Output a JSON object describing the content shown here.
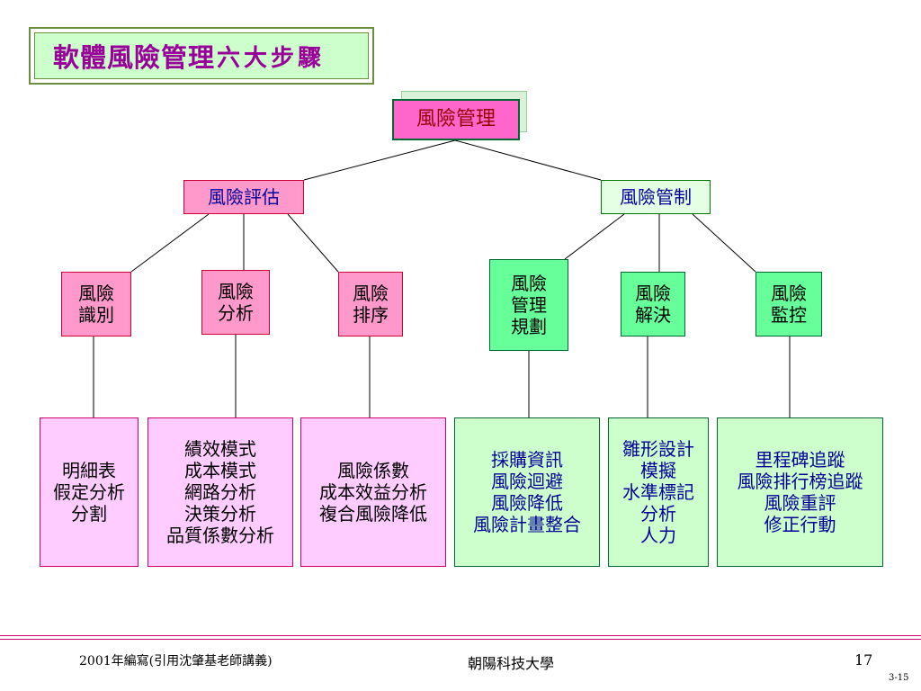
{
  "title": {
    "main": "軟體風險管理",
    "suffix": "六大步驟"
  },
  "tree": {
    "root": "風險管理",
    "assessment": {
      "label": "風險評估",
      "children": [
        "風險\n識別",
        "風險\n分析",
        "風險\n排序"
      ],
      "leaves": [
        "明細表\n假定分析\n分割",
        "績效模式\n成本模式\n網路分析\n決策分析\n品質係數分析",
        "風險係數\n成本效益分析\n複合風險降低"
      ]
    },
    "control": {
      "label": "風險管制",
      "children": [
        "風險\n管理\n規劃",
        "風險\n解決",
        "風險\n監控"
      ],
      "leaves": [
        "採購資訊\n風險迴避\n風險降低\n風險計畫整合",
        "雛形設計\n模擬\n水準標記\n分析\n人力",
        "里程碑追蹤\n風險排行榜追蹤\n風險重評\n修正行動"
      ]
    }
  },
  "footer": {
    "left": "2001年編寫(引用沈肇基老師講義)",
    "center": "朝陽科技大學",
    "page": "17",
    "sub": "3-15"
  },
  "colors": {
    "title_text": "#990099",
    "title_bg": "#ccffcc",
    "root_bg": "#ff66cc",
    "pink_node": "#ff99cc",
    "green_node": "#66ff99",
    "pink_leaf": "#ffccff",
    "green_leaf": "#ccffcc",
    "footer_rule": "#cc0066"
  }
}
